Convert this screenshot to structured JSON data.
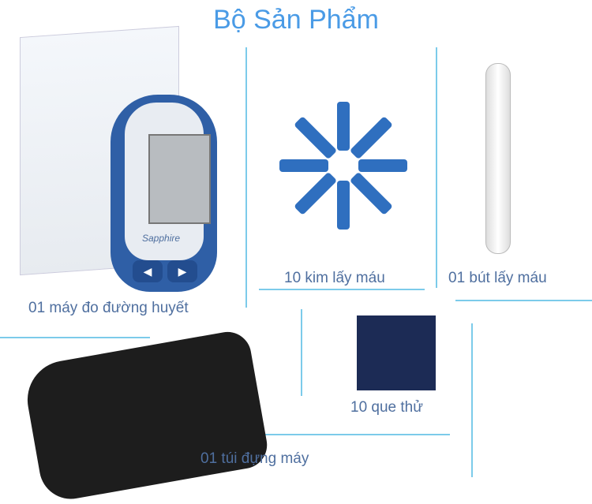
{
  "title": "Bộ Sản Phẩm",
  "items": [
    {
      "label": "01 máy đo đường huyết"
    },
    {
      "label": "10 kim lấy máu"
    },
    {
      "label": "01 bút lấy máu"
    },
    {
      "label": "10 que thử"
    },
    {
      "label": "01 túi đựng máy"
    }
  ],
  "meter": {
    "brand": "Sapphire"
  },
  "colors": {
    "title": "#4a9be6",
    "label": "#4f6f9f",
    "divider": "#7ccbea"
  }
}
